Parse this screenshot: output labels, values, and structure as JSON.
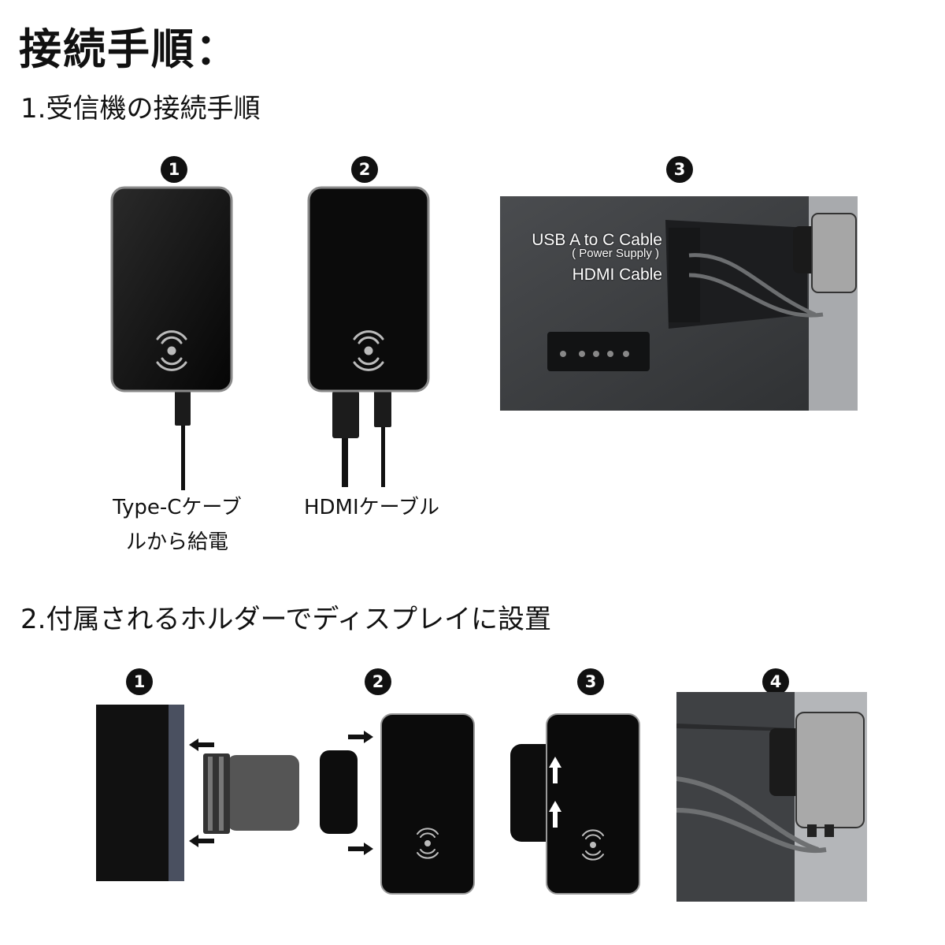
{
  "header": {
    "title": "接続手順："
  },
  "section1": {
    "heading": "1.受信機の接続手順",
    "steps": [
      {
        "number": "1",
        "caption": [
          "Type-Cケーブ",
          "ルから給電"
        ]
      },
      {
        "number": "2",
        "caption": [
          "HDMIケーブル"
        ]
      },
      {
        "number": "3",
        "labels": {
          "usb": "USB A to C Cable",
          "power": "( Power Supply )",
          "hdmi": "HDMI Cable"
        }
      }
    ]
  },
  "section2": {
    "heading": "2.付属されるホルダーでディスプレイに設置",
    "steps": [
      {
        "number": "1"
      },
      {
        "number": "2"
      },
      {
        "number": "3"
      },
      {
        "number": "4"
      }
    ]
  }
}
